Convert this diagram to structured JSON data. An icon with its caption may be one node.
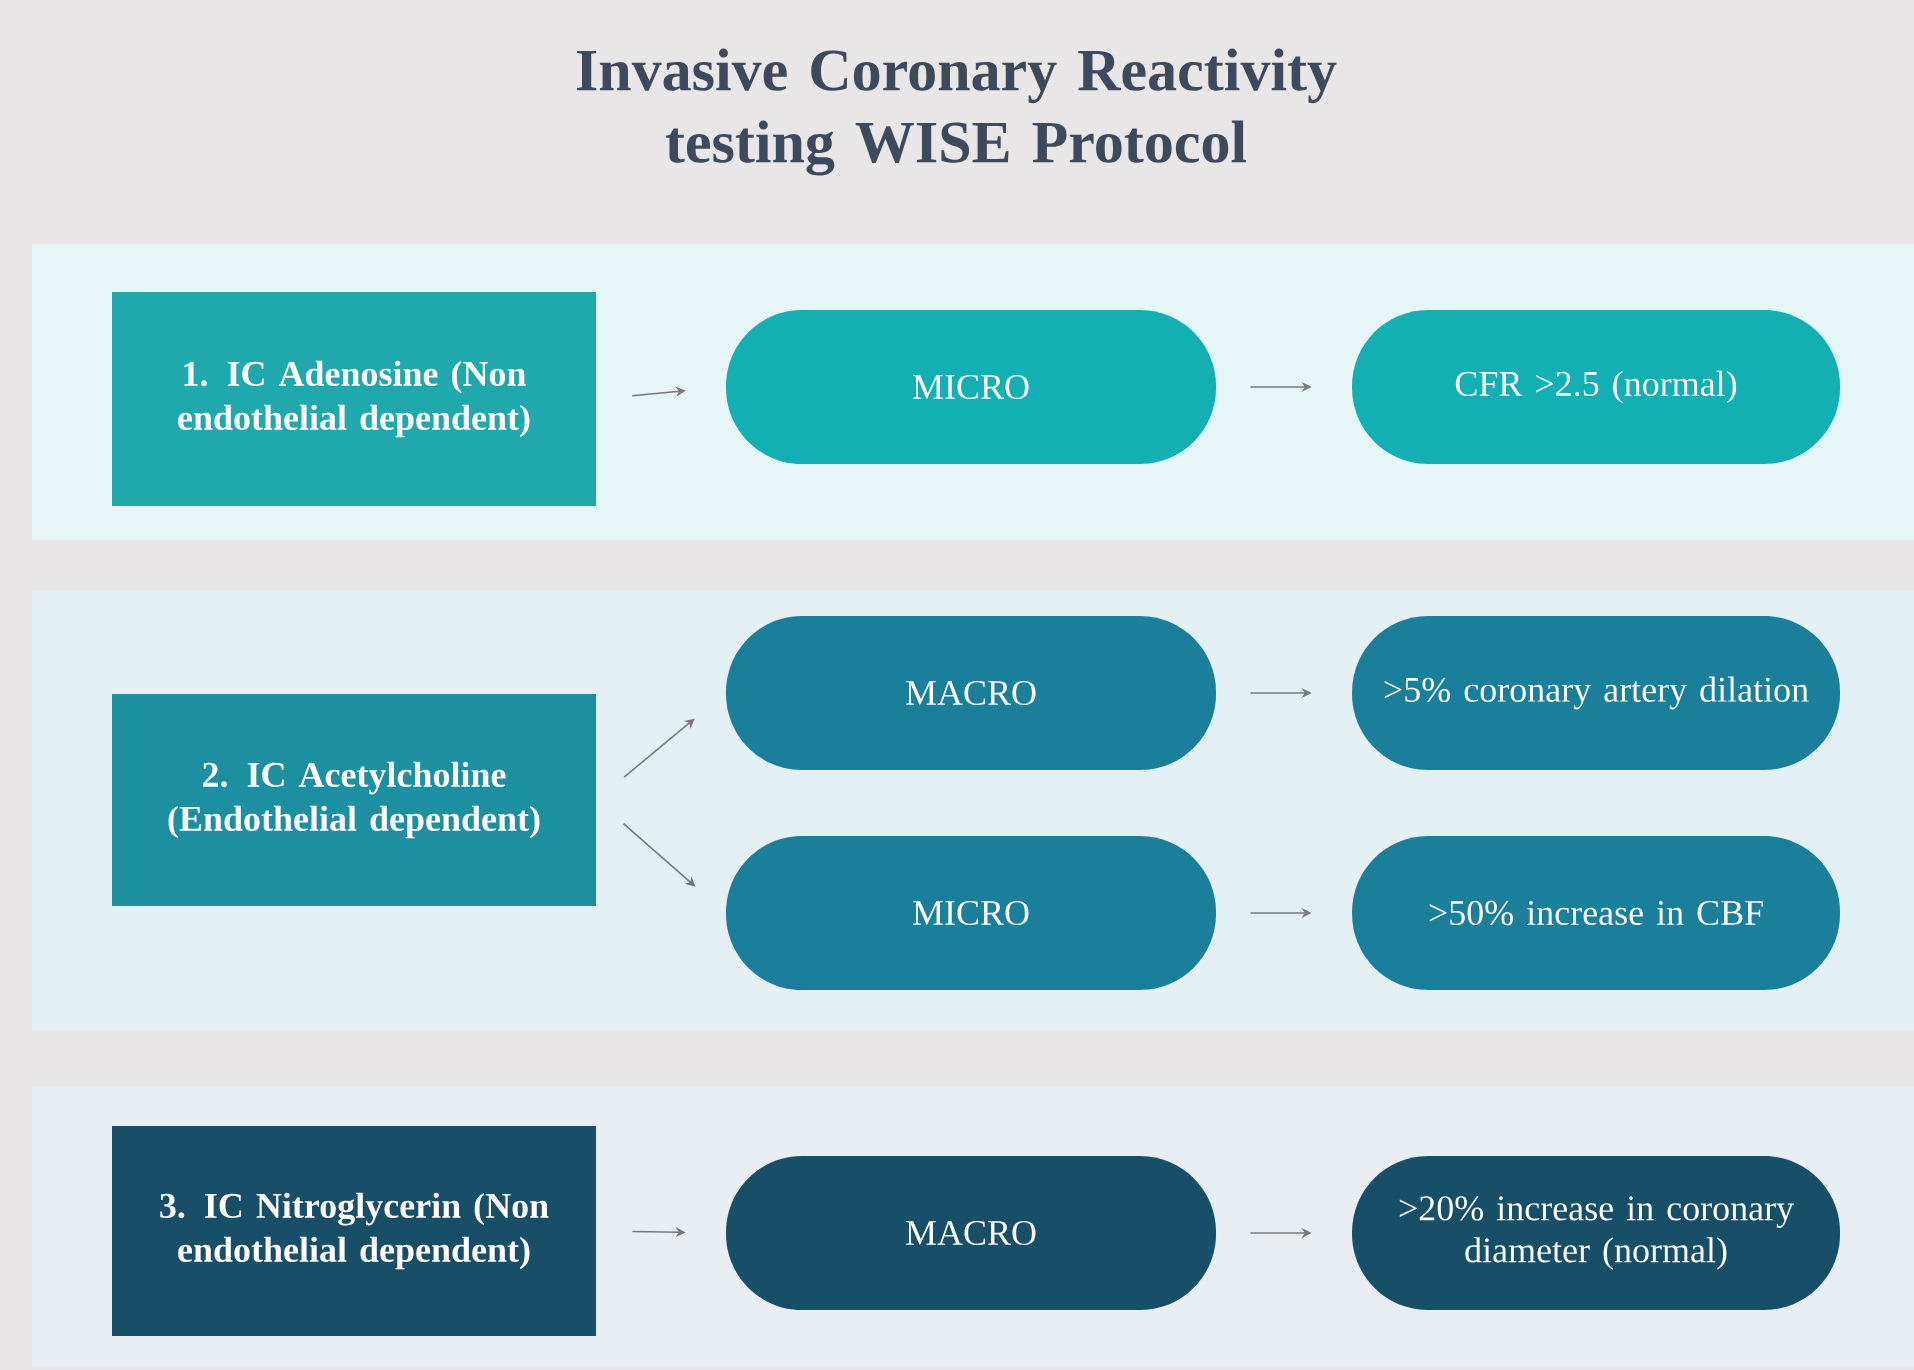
{
  "diagram": {
    "title": "Invasive Coronary Reactivity testing WISE Protocol",
    "nodes": [
      {
        "text": [
          "1. IC Adenosine (Non endothelial dependent)"
        ]
      },
      {
        "text": [
          "MICRO"
        ]
      },
      {
        "text": [
          "CFR >2.5 (normal)"
        ]
      },
      {
        "text": [
          "2. IC Acetylcholine (Endothelial dependent)"
        ]
      },
      {
        "text": [
          "MACRO"
        ]
      },
      {
        "text": [
          ">5% coronary artery dilation"
        ]
      },
      {
        "text": [
          "MICRO"
        ]
      },
      {
        "text": [
          ">50% increase in CBF"
        ]
      },
      {
        "text": [
          "3. IC Nitroglycerin (Non endothelial dependent)"
        ]
      },
      {
        "text": [
          "MACRO"
        ]
      },
      {
        "text": [
          ">20% increase in coronary diameter (normal)"
        ]
      }
    ],
    "edges": [
      {
        "from": 0,
        "to": 1,
        "arrow": "to"
      },
      {
        "from": 1,
        "to": 2,
        "arrow": "to"
      },
      {
        "from": 3,
        "to": 4,
        "arrow": "to"
      },
      {
        "from": 3,
        "to": 6,
        "arrow": "to"
      },
      {
        "from": 4,
        "to": 5,
        "arrow": "to"
      },
      {
        "from": 6,
        "to": 7,
        "arrow": "to"
      },
      {
        "from": 8,
        "to": 9,
        "arrow": "to"
      },
      {
        "from": 9,
        "to": 10,
        "arrow": "to"
      }
    ]
  }
}
